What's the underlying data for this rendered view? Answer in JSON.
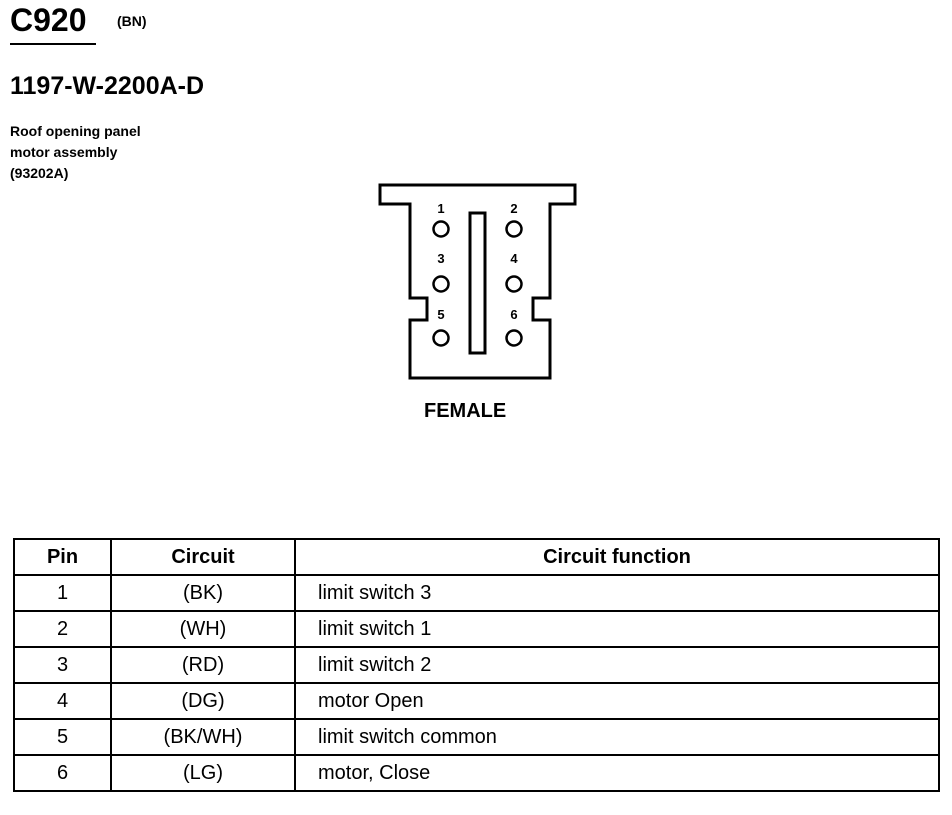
{
  "connector": {
    "id": "C920",
    "color_code": "(BN)",
    "part_number": "1197-W-2200A-D",
    "description_lines": [
      "Roof opening panel",
      "motor assembly",
      "(93202A)"
    ],
    "gender": "FEMALE",
    "pin_labels": [
      "1",
      "2",
      "3",
      "4",
      "5",
      "6"
    ]
  },
  "table": {
    "headers": {
      "pin": "Pin",
      "circuit": "Circuit",
      "function": "Circuit function"
    },
    "rows": [
      {
        "pin": "1",
        "circuit": "(BK)",
        "function": "limit switch 3"
      },
      {
        "pin": "2",
        "circuit": "(WH)",
        "function": "limit switch 1"
      },
      {
        "pin": "3",
        "circuit": "(RD)",
        "function": "limit switch 2"
      },
      {
        "pin": "4",
        "circuit": "(DG)",
        "function": "motor Open"
      },
      {
        "pin": "5",
        "circuit": "(BK/WH)",
        "function": "limit switch common"
      },
      {
        "pin": "6",
        "circuit": "(LG)",
        "function": "motor, Close"
      }
    ]
  }
}
